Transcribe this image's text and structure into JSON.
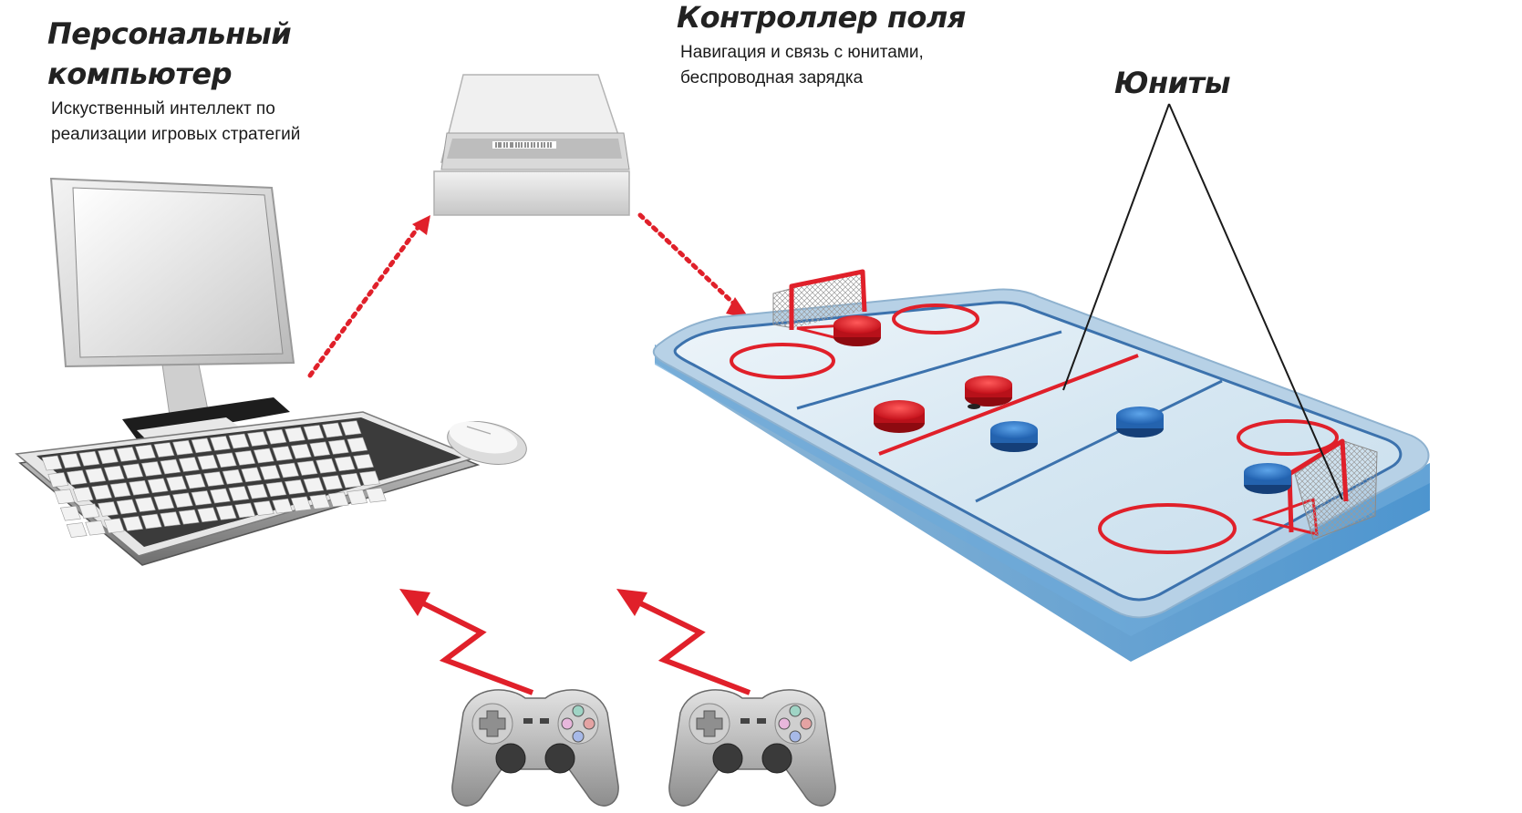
{
  "pc": {
    "title_line1": "Персональный",
    "title_line2": "компьютер",
    "desc_line1": "Искуственный интеллект по",
    "desc_line2": "реализации игровых стратегий"
  },
  "controller": {
    "title": "Контроллер поля",
    "desc_line1": "Навигация и связь с юнитами,",
    "desc_line2": "беспроводная зарядка"
  },
  "units": {
    "title": "Юниты"
  },
  "colors": {
    "accent_red": "#e0202a",
    "rink_blue": "#4a86c0",
    "ice": "#dbe9f3",
    "unit_blue": "#2f78c8",
    "unit_red": "#d8141c"
  },
  "icons": [
    "computer-monitor-icon",
    "keyboard-icon",
    "mouse-icon",
    "field-controller-icon",
    "hockey-rink-icon",
    "gamepad-icon",
    "gamepad-icon"
  ]
}
